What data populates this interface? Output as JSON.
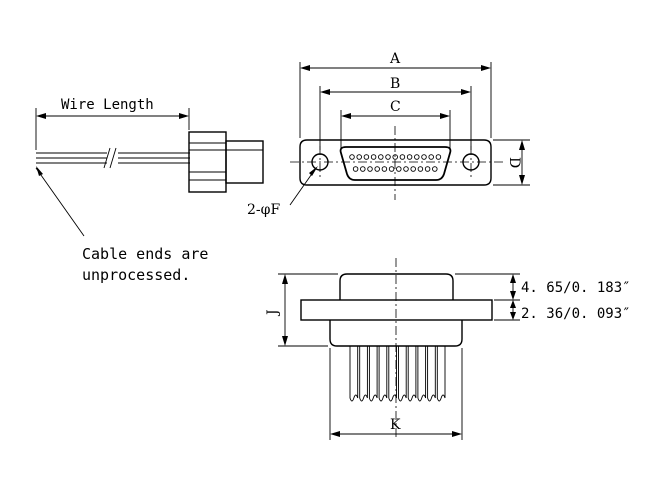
{
  "labels": {
    "dim_a": "A",
    "dim_b": "B",
    "dim_c": "C",
    "dim_d": "D",
    "dim_j": "J",
    "dim_k": "K",
    "mounting_holes": "2-φF",
    "wire_length": "Wire Length",
    "cable_note_line1": "Cable ends are",
    "cable_note_line2": "unprocessed.",
    "dim_upper_thickness": "4. 65/0. 183″",
    "dim_flange_thickness": "2. 36/0. 093″"
  }
}
